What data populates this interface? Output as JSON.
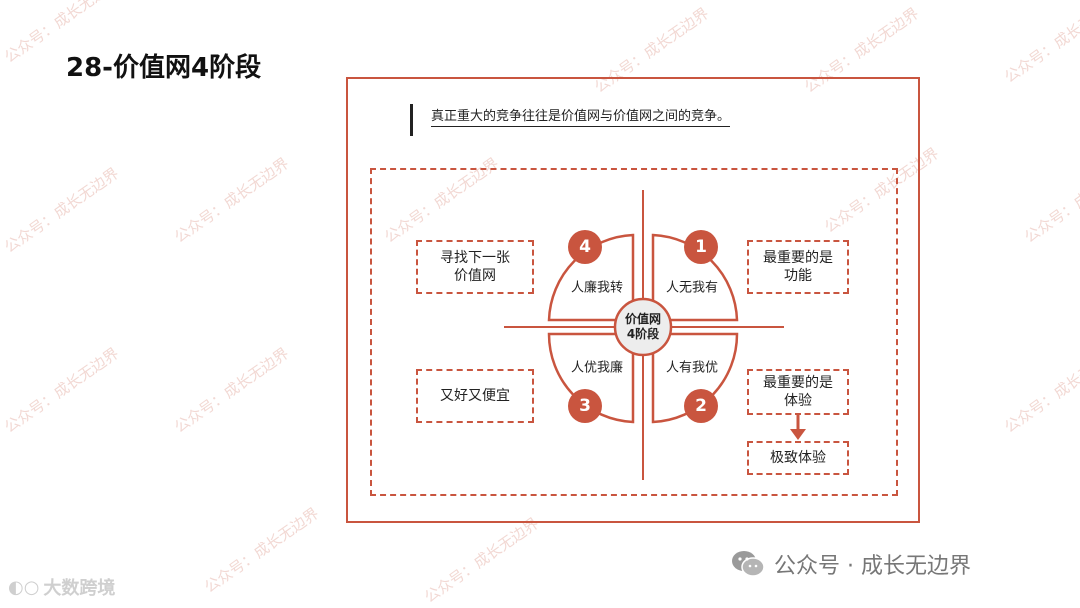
{
  "page": {
    "title": "28-价值网4阶段"
  },
  "watermark": {
    "text": "公众号：成长无边界"
  },
  "quote": {
    "text": "真正重大的竞争往往是价值网与价值网之间的竞争。"
  },
  "center": {
    "line1": "价值网",
    "line2": "4阶段"
  },
  "quadrants": [
    {
      "number": "1",
      "label": "人无我有"
    },
    {
      "number": "2",
      "label": "人有我优"
    },
    {
      "number": "3",
      "label": "人优我廉"
    },
    {
      "number": "4",
      "label": "人廉我转"
    }
  ],
  "side_labels": {
    "top_left": "寻找下一张价值网",
    "top_right": "最重要的是功能",
    "bottom_left": "又好又便宜",
    "bottom_right": "最重要的是体验",
    "bottom_right_next": "极致体验"
  },
  "footer": {
    "brand": "公众号 · 成长无边界",
    "corner": "大数跨境"
  },
  "colors": {
    "accent": "#c9553f",
    "watermark": "#e8b9b0"
  }
}
